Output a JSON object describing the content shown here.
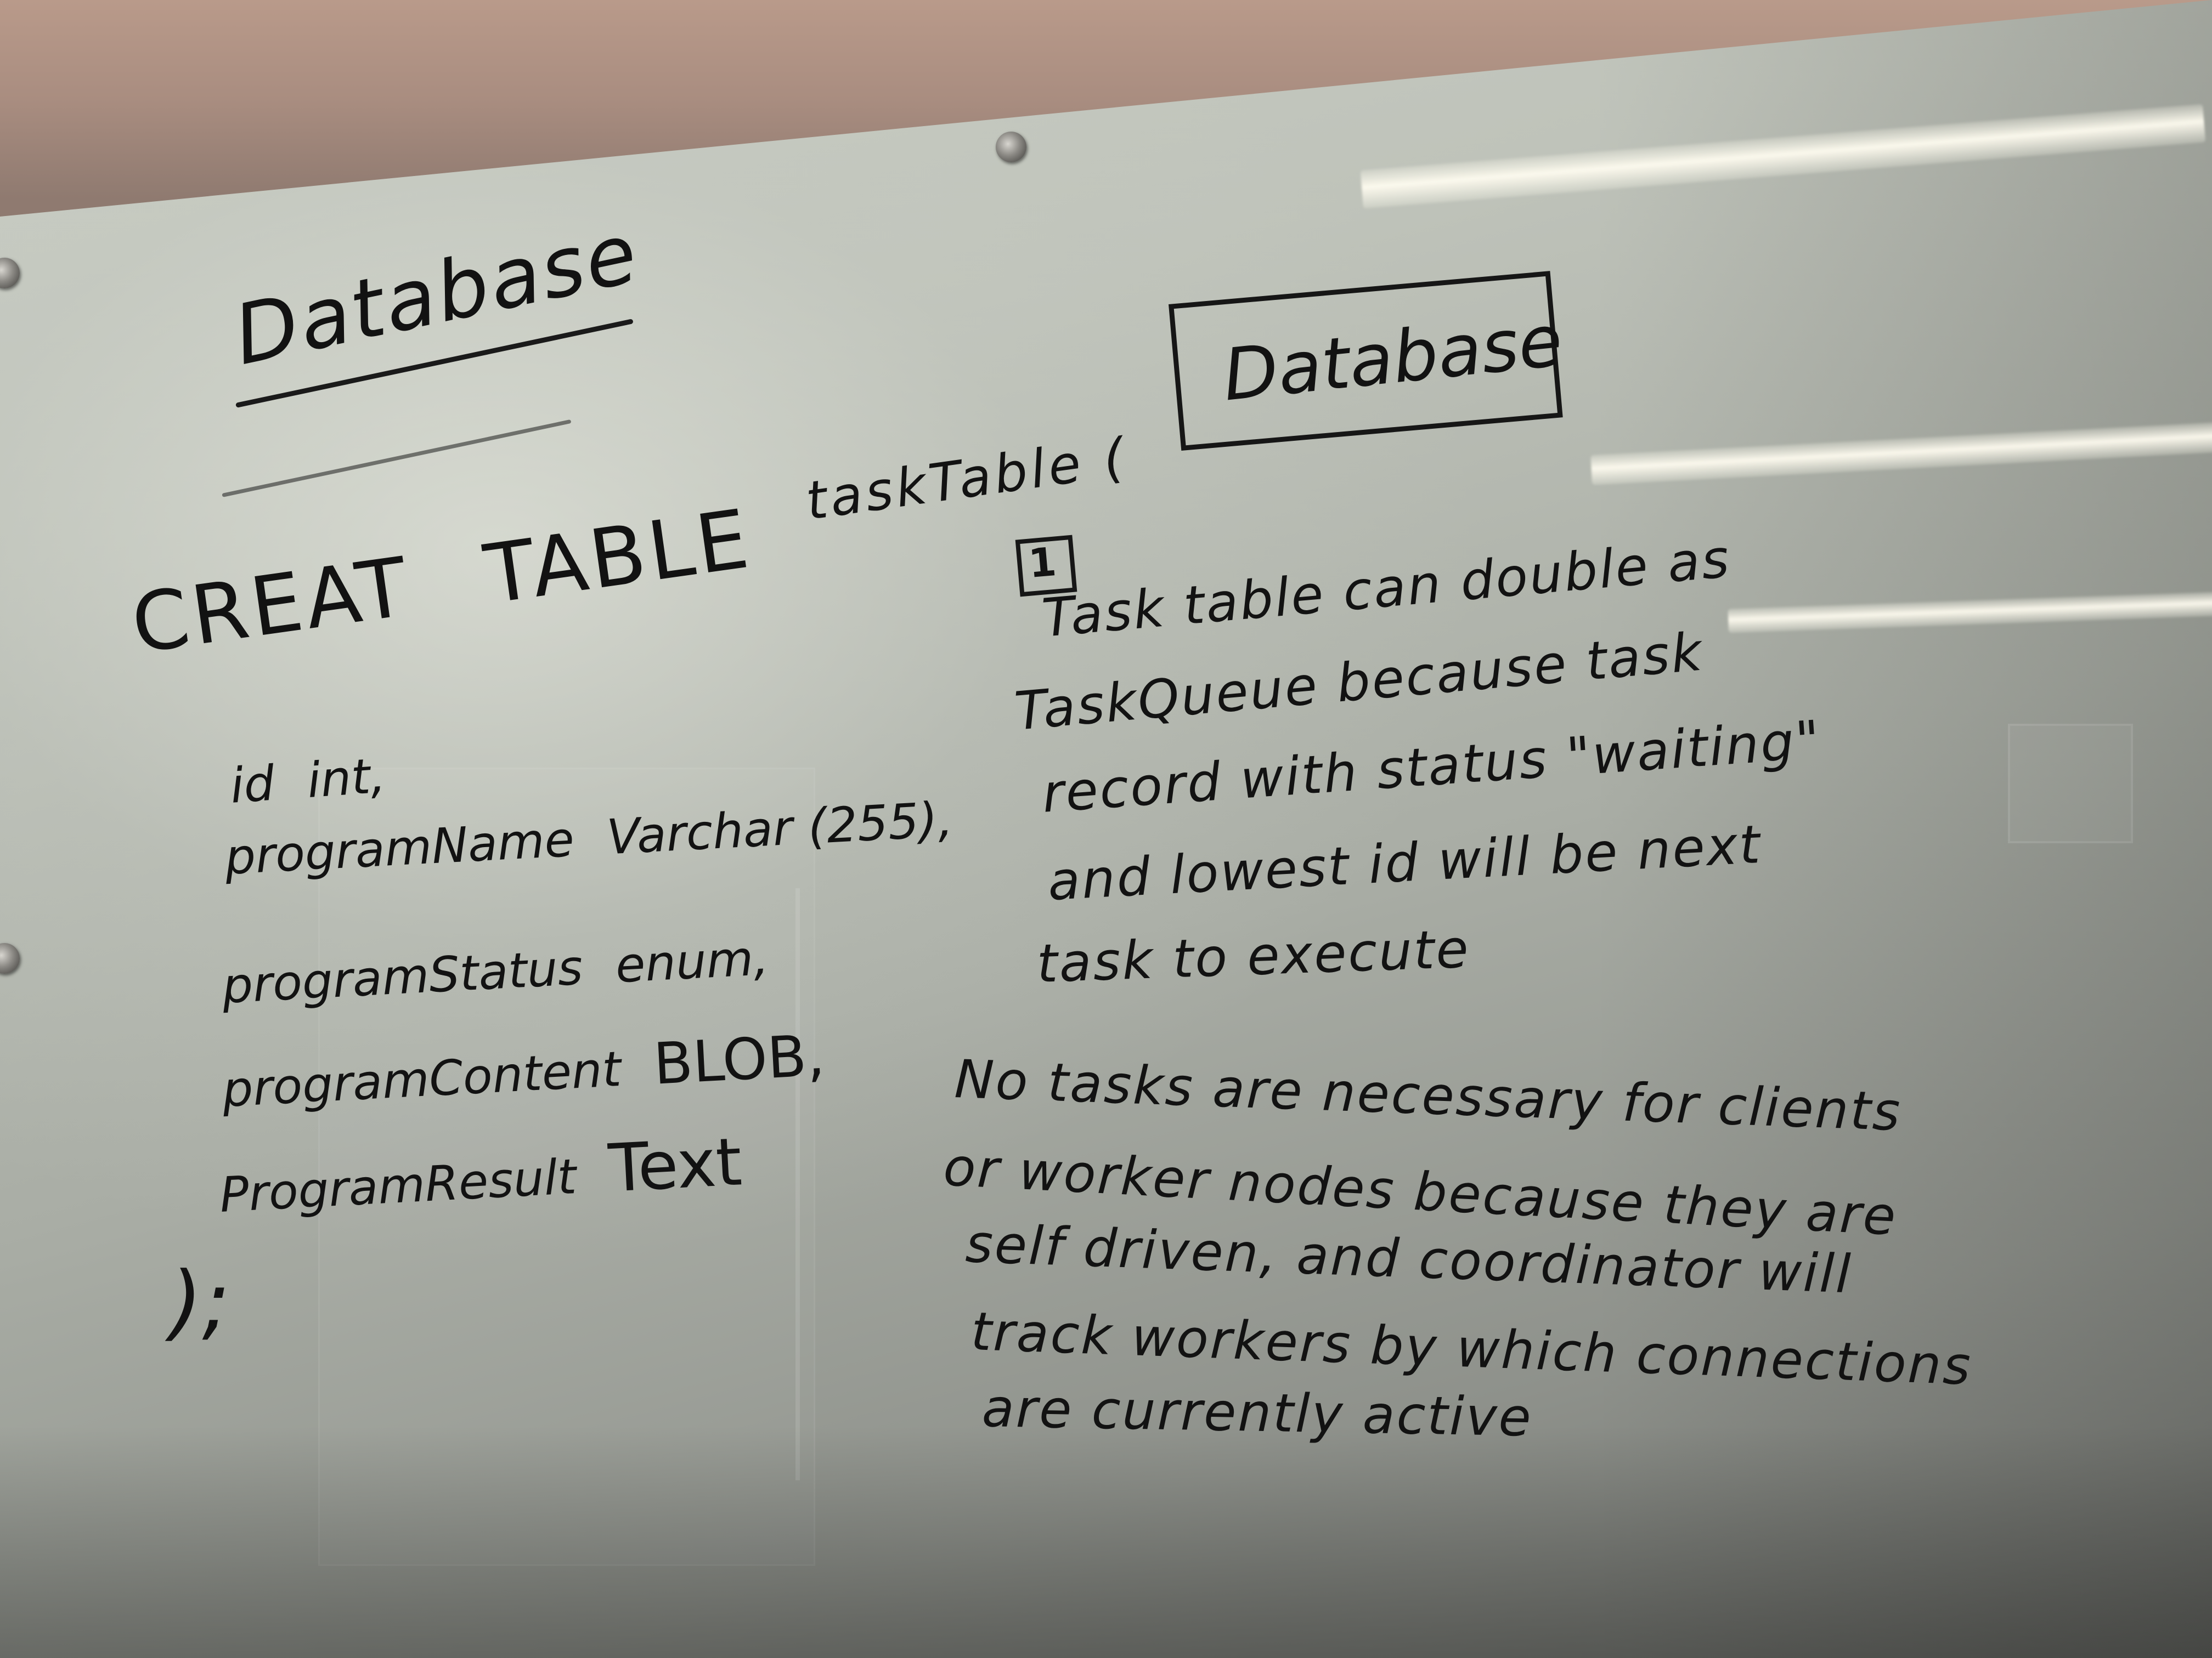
{
  "whiteboard": {
    "left_title": "Database",
    "create_statement": {
      "keyword_1": "CREAT",
      "keyword_2": "TABLE",
      "table_name": "taskTable ("
    },
    "fields": [
      {
        "name": "id",
        "type": "int,"
      },
      {
        "name": "programName",
        "type": "Varchar (255),"
      },
      {
        "name": "programStatus",
        "type": "enum,"
      },
      {
        "name": "programContent",
        "type": "BLOB,"
      },
      {
        "name": "ProgramResult",
        "type": "Text"
      }
    ],
    "closing": ");",
    "right_title": "Database",
    "note_number": "1",
    "note_1_lines": [
      "Task table can double as",
      "TaskQueue because task",
      "record with status \"waiting\"",
      "and lowest id will be next",
      "task to execute"
    ],
    "note_2_lines": [
      "No tasks are necessary for clients",
      "or worker nodes because they are",
      "self driven, and coordinator will",
      "track workers by which connections",
      "are currently active"
    ]
  }
}
